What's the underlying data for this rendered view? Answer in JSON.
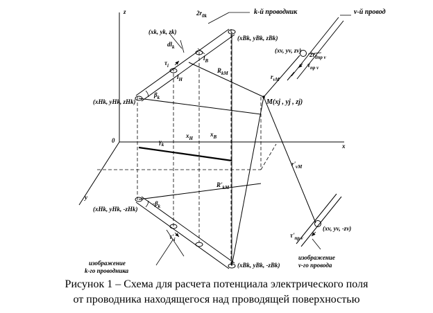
{
  "diagram": {
    "axes": {
      "z": "z",
      "x": "x",
      "y": "y",
      "origin": "0"
    },
    "labels": {
      "conductor_k": "k-й проводник",
      "conductor_v": "v-й провод",
      "two_r_k": "2r",
      "two_r_k_sub": "0k",
      "two_r_v": "2r",
      "two_r_v_sub": "0пр v",
      "point_k": "(x",
      "point_k_full": "(xk, yk, zk)",
      "point_Bk_top": "(xBk, yBk, zBk)",
      "point_Hk_top": "(xHk, yHk, zHk)",
      "point_Hk_bottom": "(xHk, yHk, -zHk)",
      "point_Bk_bottom": "(xBk, yBk, -zBk)",
      "point_v_top": "(xv, yv, zv)",
      "point_v_bottom": "(xv, yv, -zv)",
      "point_M": "M(xj , yj , zj)",
      "dl": "dl",
      "dl_sub": "k",
      "tau_i": "τ",
      "tau_i_sub": "i",
      "tau_i_prime": "τ'",
      "tau_i_prime_sub": "i",
      "tau_v": "τ",
      "tau_v_sub": "пр v",
      "tau_v_prime": "τ'",
      "tau_v_prime_sub": "пр v",
      "l_B": "l",
      "l_B_sub": "B",
      "l_H": "l",
      "l_H_sub": "H",
      "R_kM": "R",
      "R_kM_sub": "kM",
      "R_kM_prime": "R'",
      "R_kM_prime_sub": "kM",
      "r_vM": "r",
      "r_vM_sub": "vM",
      "r_vM_prime": "r'",
      "r_vM_prime_sub": "vM",
      "beta_k": "β",
      "beta_k_sub": "k",
      "minus_beta_k": "-β",
      "minus_beta_k_sub": "k",
      "gamma_k": "γ",
      "gamma_k_sub": "k",
      "x_H": "x",
      "x_H_sub": "H",
      "x_B": "x",
      "x_B_sub": "B",
      "image_k_line1": "изображение",
      "image_k_line2": "k-го проводника",
      "image_v_line1": "изображение",
      "image_v_line2": "v-го провода"
    },
    "caption_line1": "Рисунок 1 – Схема для расчета потенциала электрического поля",
    "caption_line2": "от проводника находящегося над проводящей поверхностью"
  }
}
